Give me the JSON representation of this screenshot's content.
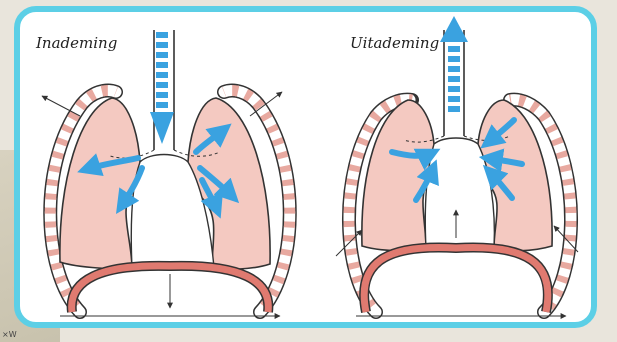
{
  "captions": {
    "left": "Inademing",
    "right": "Uitademing"
  },
  "corner_note": "×W",
  "colors": {
    "frame": "#5ccfe6",
    "lung_fill": "#f4c9c1",
    "diaphragm": "#e07a70",
    "airflow": "#3aa2e0"
  }
}
